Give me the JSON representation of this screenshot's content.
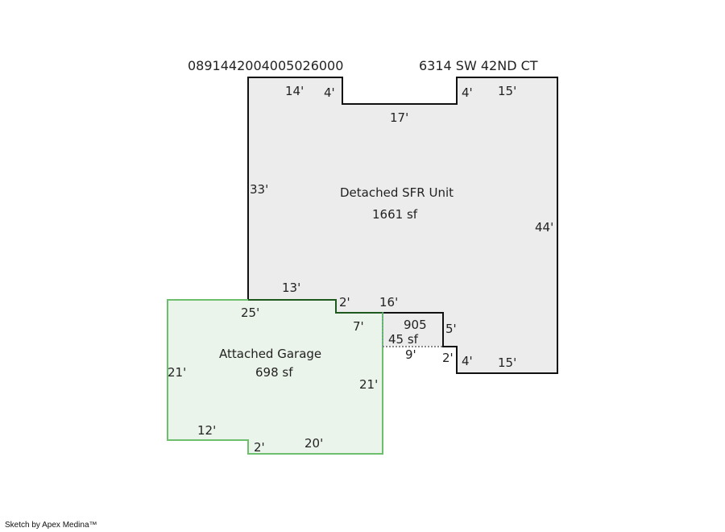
{
  "header": {
    "parcel_id": "0891442004005026000",
    "address": "6314 SW 42ND CT"
  },
  "colors": {
    "main_fill": "#ececec",
    "main_stroke": "#111111",
    "garage_fill": "#ebf4eb",
    "garage_stroke": "#6dbf6d",
    "shared_edge": "#1e5a1e"
  },
  "areas": {
    "main": {
      "name": "Detached SFR Unit",
      "size": "1661 sf"
    },
    "garage": {
      "name": "Attached Garage",
      "size": "698 sf"
    },
    "area_905": {
      "name": "905",
      "size": "45 sf"
    }
  },
  "dimensions": {
    "main": [
      "14'",
      "4'",
      "17'",
      "4'",
      "15'",
      "33'",
      "44'",
      "13'",
      "2'",
      "16'",
      "5'",
      "2'",
      "4'",
      "15'"
    ],
    "garage": [
      "25'",
      "7'",
      "21'",
      "21'",
      "12'",
      "2'",
      "20'"
    ],
    "area_905": [
      "9'"
    ]
  },
  "credit": "Sketch by Apex Medina™"
}
